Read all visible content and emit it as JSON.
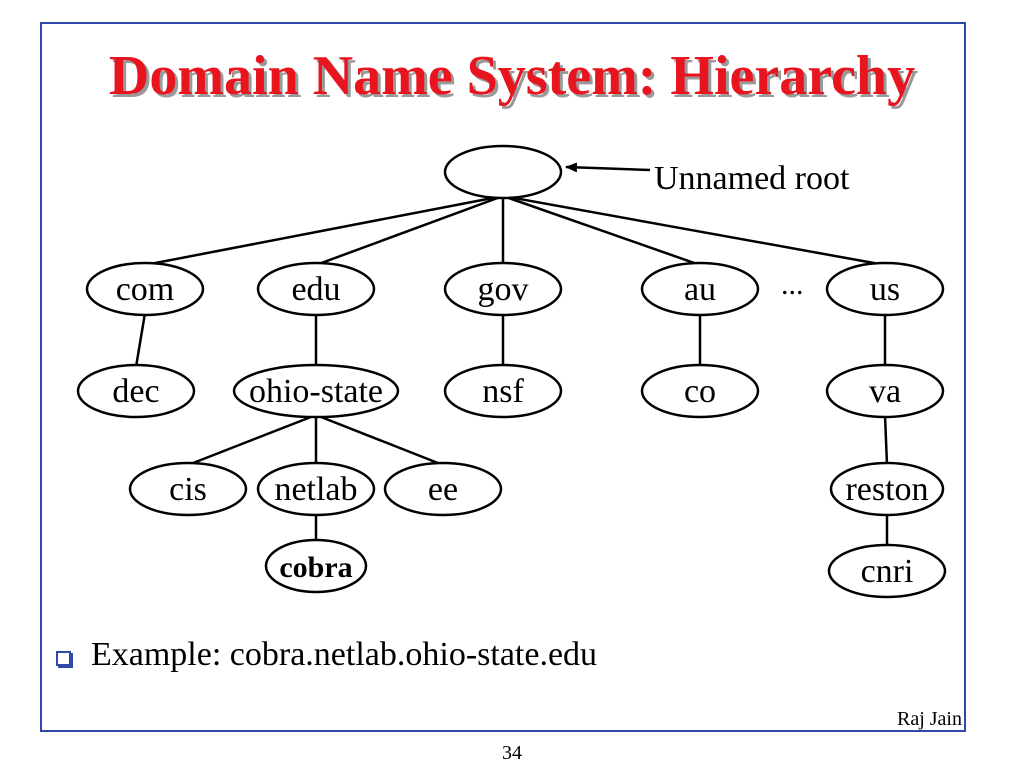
{
  "slide": {
    "title": "Domain Name System: Hierarchy",
    "root_label": "Unnamed root",
    "ellipsis": "...",
    "example_text": "Example: cobra.netlab.ohio-state.edu",
    "author": "Raj Jain",
    "page_number": "34"
  },
  "colors": {
    "title": "#e8141e",
    "frame": "#2f49a8",
    "bullet": "#2f49a8"
  },
  "tree": {
    "nodes": [
      {
        "id": "root",
        "label": ""
      },
      {
        "id": "com",
        "label": "com"
      },
      {
        "id": "edu",
        "label": "edu"
      },
      {
        "id": "gov",
        "label": "gov"
      },
      {
        "id": "au",
        "label": "au"
      },
      {
        "id": "us",
        "label": "us"
      },
      {
        "id": "dec",
        "label": "dec"
      },
      {
        "id": "ohio-state",
        "label": "ohio-state"
      },
      {
        "id": "nsf",
        "label": "nsf"
      },
      {
        "id": "co",
        "label": "co"
      },
      {
        "id": "va",
        "label": "va"
      },
      {
        "id": "cis",
        "label": "cis"
      },
      {
        "id": "netlab",
        "label": "netlab"
      },
      {
        "id": "ee",
        "label": "ee"
      },
      {
        "id": "reston",
        "label": "reston"
      },
      {
        "id": "cobra",
        "label": "cobra",
        "bold": true
      },
      {
        "id": "cnri",
        "label": "cnri"
      }
    ],
    "edges": [
      [
        "root",
        "com"
      ],
      [
        "root",
        "edu"
      ],
      [
        "root",
        "gov"
      ],
      [
        "root",
        "au"
      ],
      [
        "root",
        "us"
      ],
      [
        "com",
        "dec"
      ],
      [
        "edu",
        "ohio-state"
      ],
      [
        "gov",
        "nsf"
      ],
      [
        "au",
        "co"
      ],
      [
        "us",
        "va"
      ],
      [
        "ohio-state",
        "cis"
      ],
      [
        "ohio-state",
        "netlab"
      ],
      [
        "ohio-state",
        "ee"
      ],
      [
        "va",
        "reston"
      ],
      [
        "netlab",
        "cobra"
      ],
      [
        "reston",
        "cnri"
      ]
    ]
  }
}
